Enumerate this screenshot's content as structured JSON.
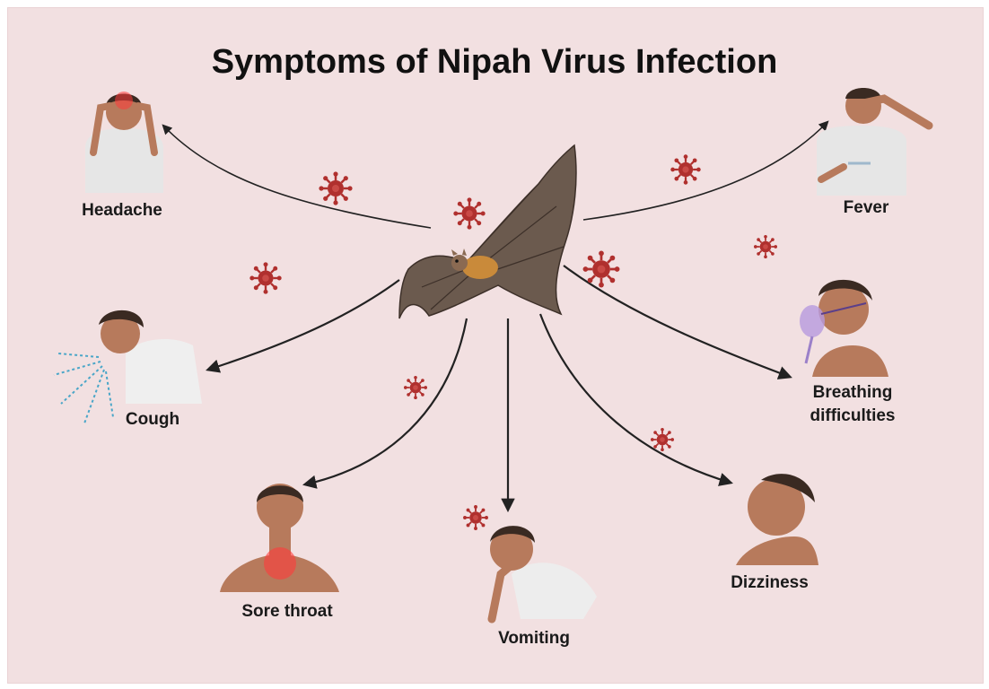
{
  "title": "Symptoms of Nipah Virus Infection",
  "symptoms": [
    {
      "label": "Headache"
    },
    {
      "label": "Fever"
    },
    {
      "label": "Cough"
    },
    {
      "label": "Breathing difficulties"
    },
    {
      "label": "Sore throat"
    },
    {
      "label": "Vomiting"
    },
    {
      "label": "Dizziness"
    }
  ],
  "colors": {
    "background": "#f2e0e1",
    "virus": "#b0302e",
    "skin": "#b77a5c",
    "shirt": "#ececec",
    "bat": "#6b5a4e",
    "arrow": "#222222"
  }
}
